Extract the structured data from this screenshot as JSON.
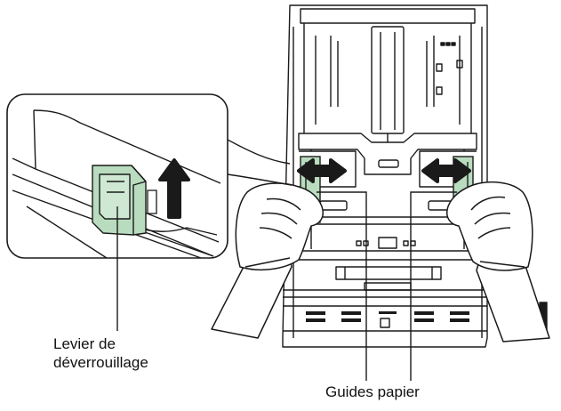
{
  "labels": {
    "release_lever_line1": "Levier de",
    "release_lever_line2": "déverrouillage",
    "paper_guides": "Guides papier"
  },
  "colors": {
    "line": "#1a1a1a",
    "guide_green": "#b9dcbf",
    "tray_fill": "#ffffff",
    "shade": "#e6e6e6"
  },
  "icons": {
    "lift_arrow": "arrow-up-icon",
    "slide_arrow": "double-arrow-horizontal-icon"
  }
}
